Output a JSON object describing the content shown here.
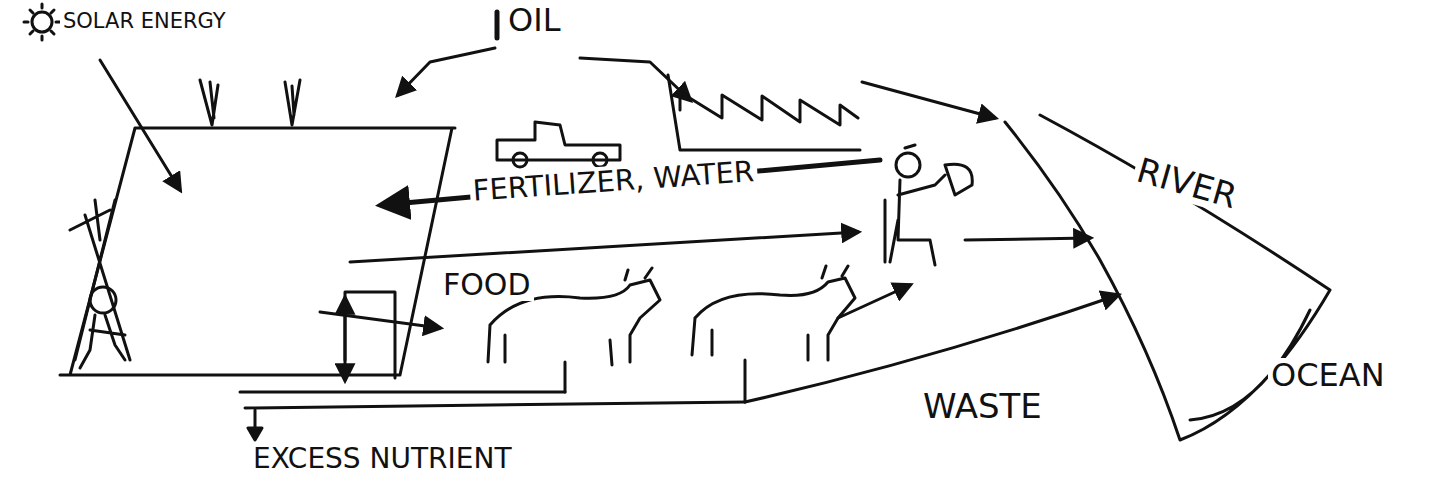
{
  "diagram": {
    "labels": [
      "SOLAR ENERGY",
      "OIL",
      "FERTILIZER, WATER",
      "FOOD",
      "RIVER",
      "OCEAN",
      "WASTE",
      "EXCESS NUTRIENT"
    ]
  }
}
